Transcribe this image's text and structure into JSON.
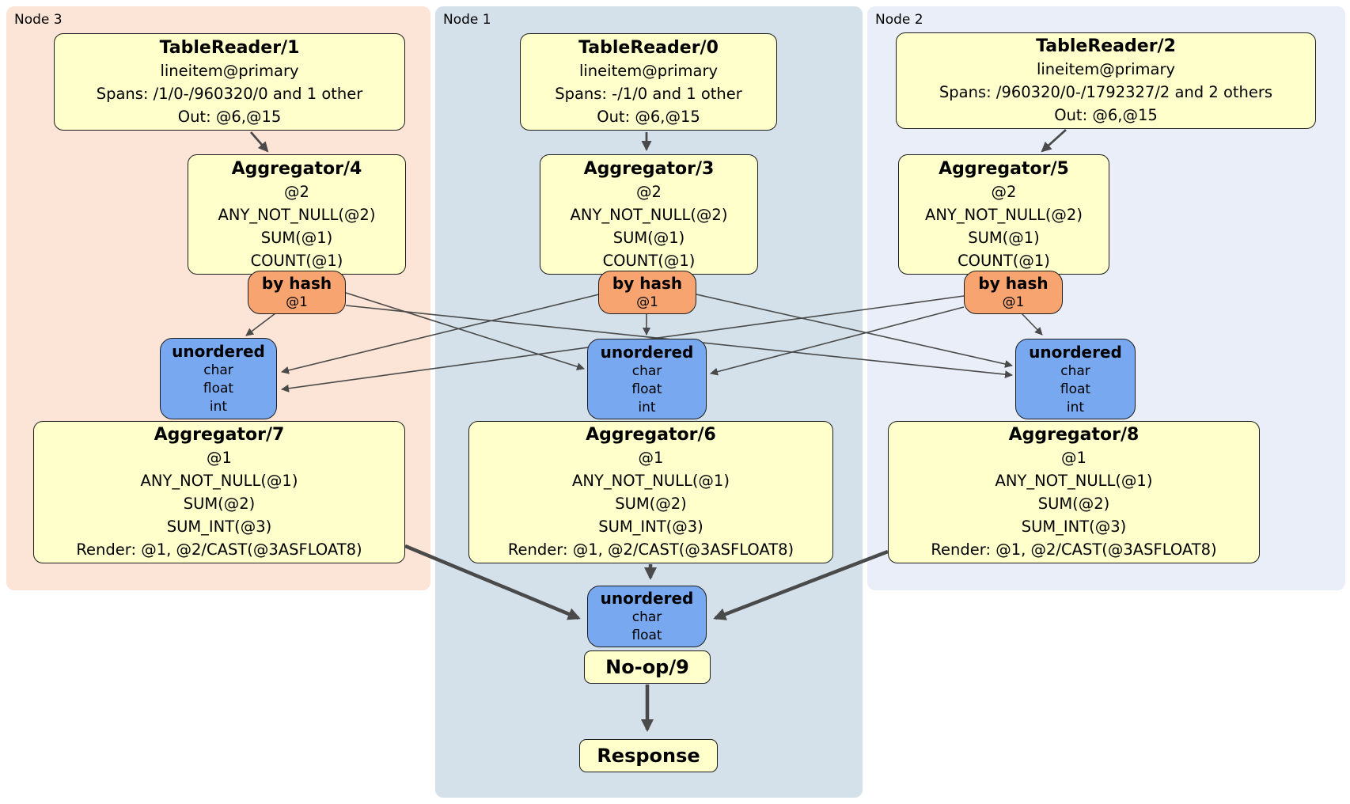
{
  "colors": {
    "processor_fill": "#ffffcc",
    "router_fill": "#f7a470",
    "sync_fill": "#78a8f0",
    "node3_bg": "#fce4d6",
    "node1_bg": "#d4e1ea",
    "node2_bg": "#e9eef8",
    "edge": "#4a4a4a",
    "border": "#1d1d1d"
  },
  "nodes": [
    {
      "label": "Node 3",
      "table_reader": {
        "title": "TableReader/1",
        "lines": [
          "lineitem@primary",
          "Spans: /1/0-/960320/0 and 1 other",
          "Out: @6,@15"
        ]
      },
      "agg_top": {
        "title": "Aggregator/4",
        "lines": [
          "@2",
          "ANY_NOT_NULL(@2)",
          "SUM(@1)",
          "COUNT(@1)"
        ]
      },
      "router": {
        "title": "by hash",
        "lines": [
          "@1"
        ]
      },
      "sync": {
        "title": "unordered",
        "lines": [
          "char",
          "float",
          "int"
        ]
      },
      "agg_bottom": {
        "title": "Aggregator/7",
        "lines": [
          "@1",
          "ANY_NOT_NULL(@1)",
          "SUM(@2)",
          "SUM_INT(@3)",
          "Render: @1, @2/CAST(@3ASFLOAT8)"
        ]
      }
    },
    {
      "label": "Node 1",
      "table_reader": {
        "title": "TableReader/0",
        "lines": [
          "lineitem@primary",
          "Spans: -/1/0 and 1 other",
          "Out: @6,@15"
        ]
      },
      "agg_top": {
        "title": "Aggregator/3",
        "lines": [
          "@2",
          "ANY_NOT_NULL(@2)",
          "SUM(@1)",
          "COUNT(@1)"
        ]
      },
      "router": {
        "title": "by hash",
        "lines": [
          "@1"
        ]
      },
      "sync": {
        "title": "unordered",
        "lines": [
          "char",
          "float",
          "int"
        ]
      },
      "agg_bottom": {
        "title": "Aggregator/6",
        "lines": [
          "@1",
          "ANY_NOT_NULL(@1)",
          "SUM(@2)",
          "SUM_INT(@3)",
          "Render: @1, @2/CAST(@3ASFLOAT8)"
        ]
      }
    },
    {
      "label": "Node 2",
      "table_reader": {
        "title": "TableReader/2",
        "lines": [
          "lineitem@primary",
          "Spans: /960320/0-/1792327/2 and 2 others",
          "Out: @6,@15"
        ]
      },
      "agg_top": {
        "title": "Aggregator/5",
        "lines": [
          "@2",
          "ANY_NOT_NULL(@2)",
          "SUM(@1)",
          "COUNT(@1)"
        ]
      },
      "router": {
        "title": "by hash",
        "lines": [
          "@1"
        ]
      },
      "sync": {
        "title": "unordered",
        "lines": [
          "char",
          "float",
          "int"
        ]
      },
      "agg_bottom": {
        "title": "Aggregator/8",
        "lines": [
          "@1",
          "ANY_NOT_NULL(@1)",
          "SUM(@2)",
          "SUM_INT(@3)",
          "Render: @1, @2/CAST(@3ASFLOAT8)"
        ]
      }
    }
  ],
  "final": {
    "sync": {
      "title": "unordered",
      "lines": [
        "char",
        "float"
      ]
    },
    "noop": {
      "title": "No-op/9"
    },
    "response": {
      "title": "Response"
    }
  }
}
